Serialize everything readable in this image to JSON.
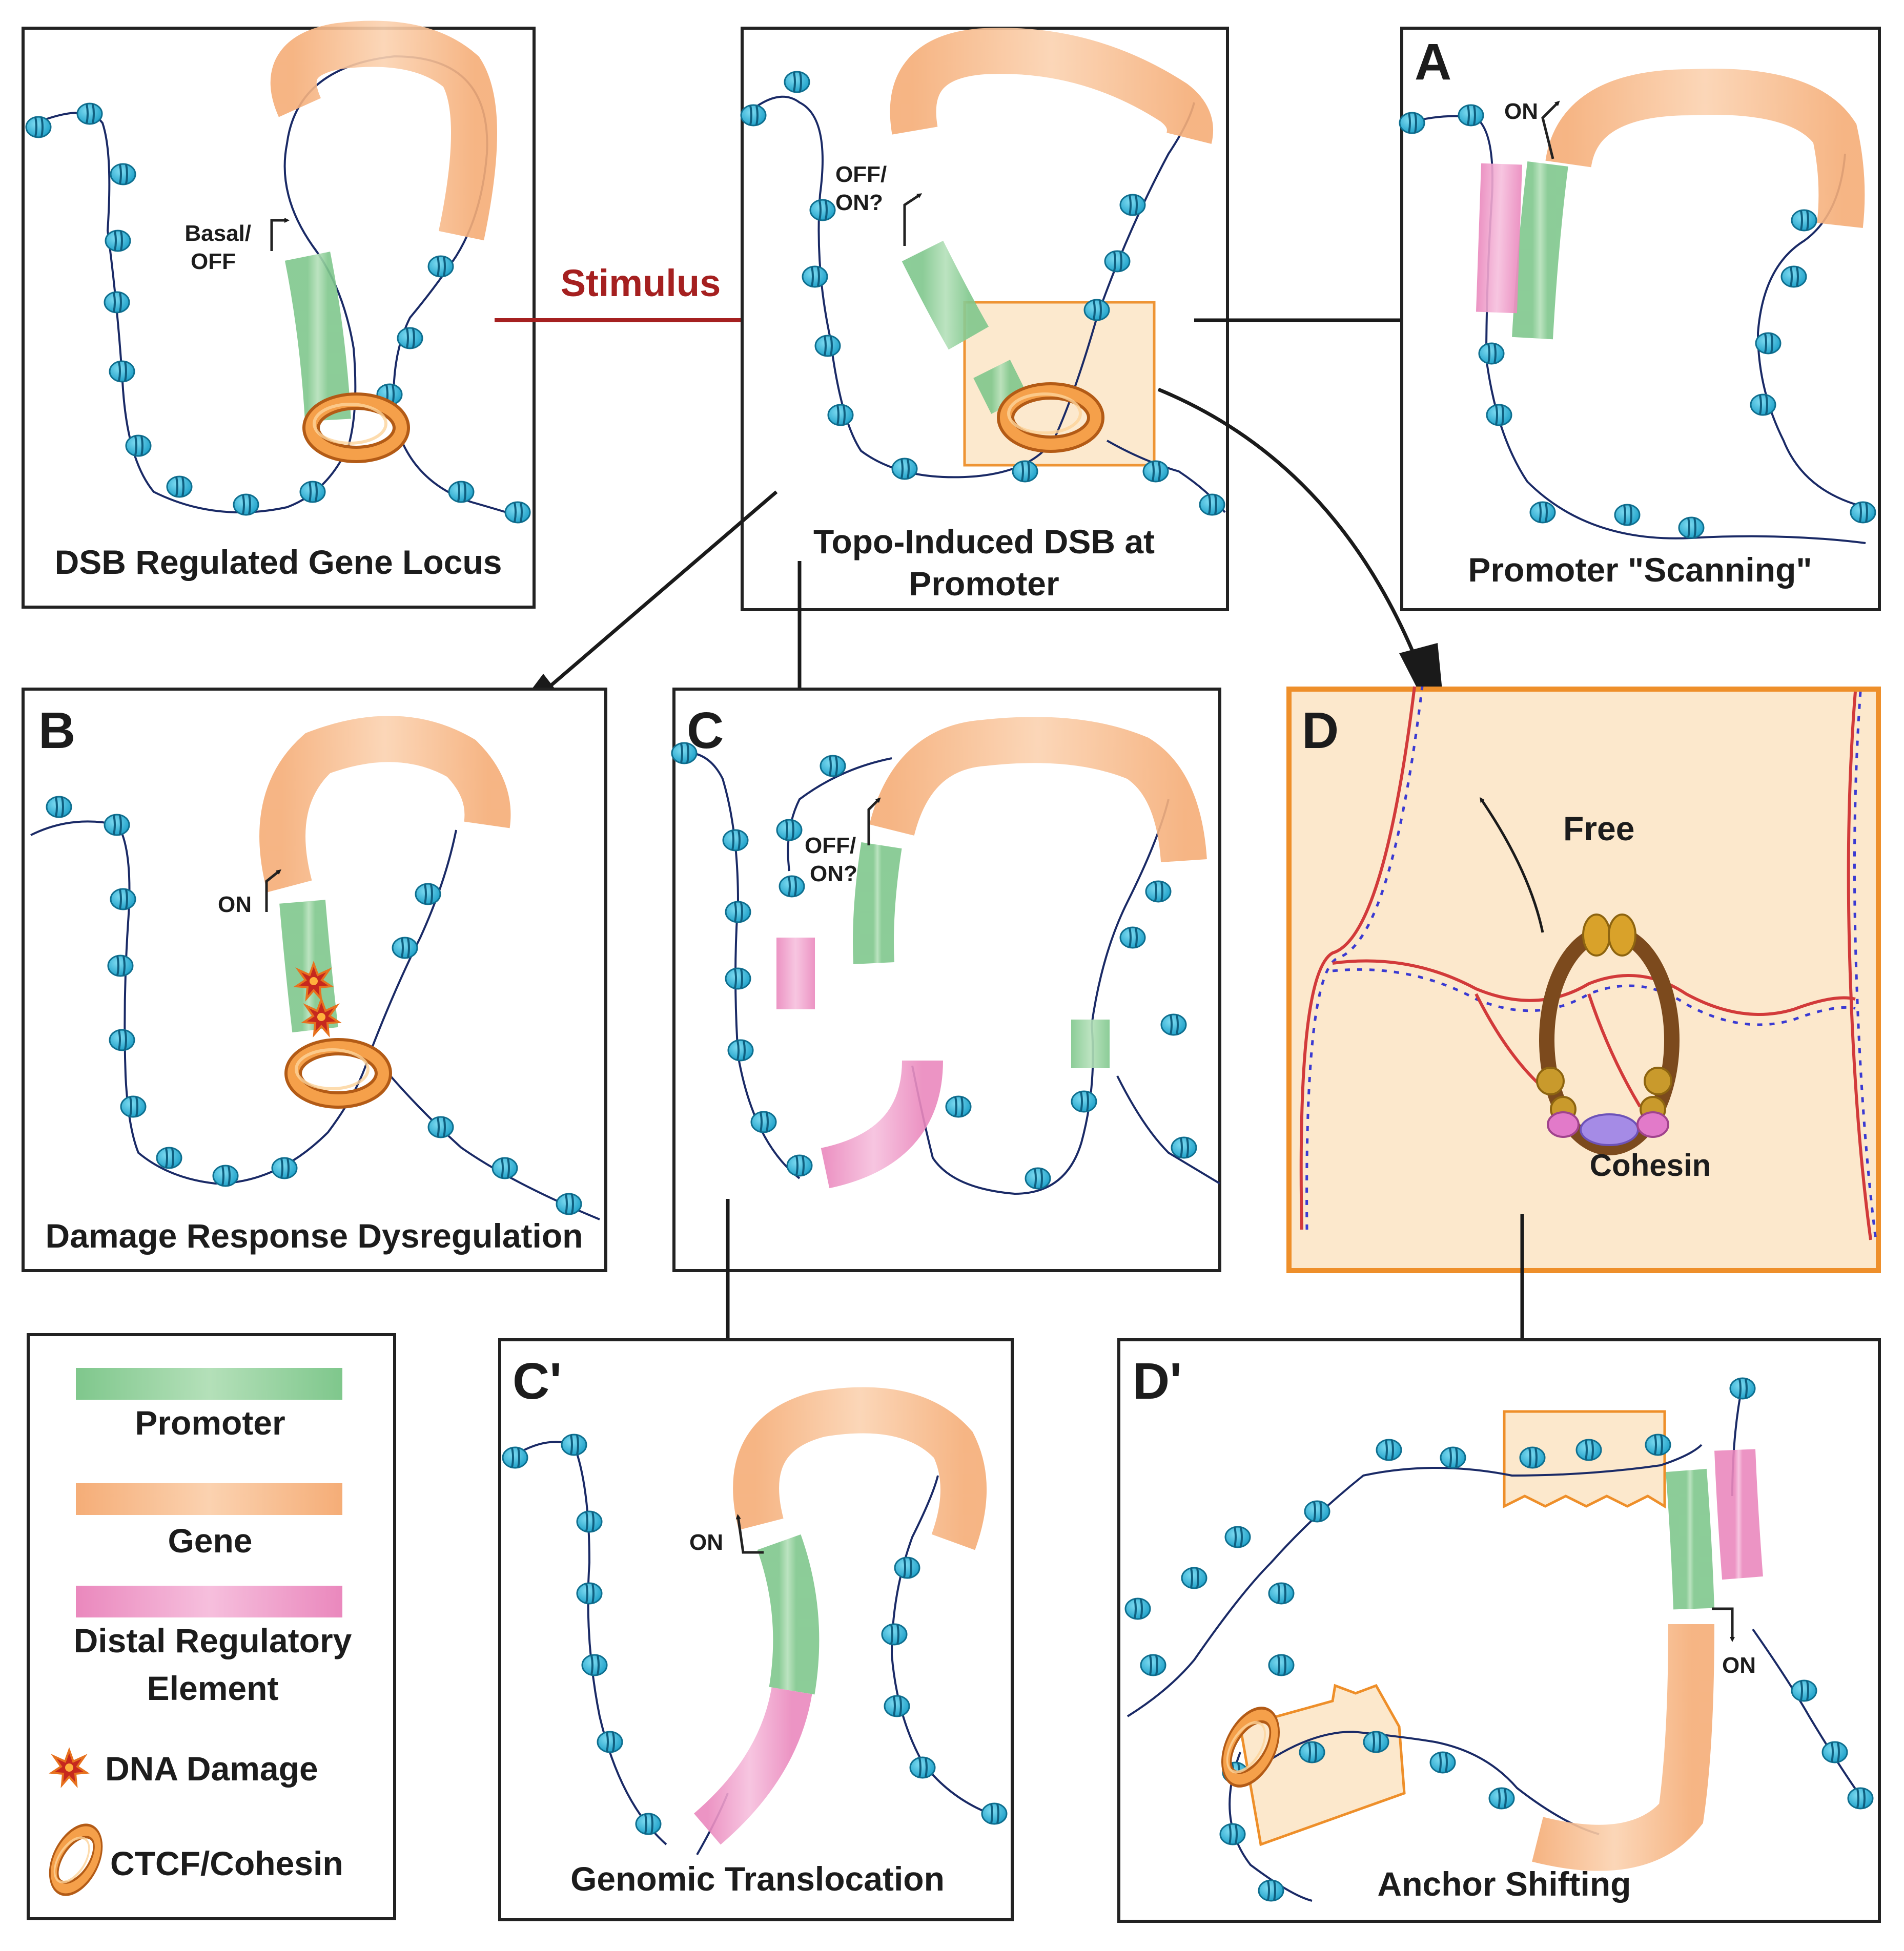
{
  "panels": {
    "p1": {
      "caption": "DSB Regulated Gene Locus",
      "tss_label_1": "Basal/",
      "tss_label_2": "OFF"
    },
    "p2": {
      "caption_1": "Topo-Induced DSB at",
      "caption_2": "Promoter",
      "tss_label_1": "OFF/",
      "tss_label_2": "ON?"
    },
    "pA": {
      "letter": "A",
      "caption": "Promoter \"Scanning\"",
      "tss_label": "ON"
    },
    "pB": {
      "letter": "B",
      "caption": "Damage Response Dysregulation",
      "tss_label": "ON"
    },
    "pC": {
      "letter": "C",
      "tss_label_1": "OFF/",
      "tss_label_2": "ON?"
    },
    "pD": {
      "letter": "D",
      "free_label": "Free",
      "cohesin_label": "Cohesin"
    },
    "pC2": {
      "letter": "C'",
      "caption": "Genomic Translocation",
      "tss_label": "ON"
    },
    "pD2": {
      "letter": "D'",
      "caption": "Anchor Shifting",
      "tss_label": "ON"
    }
  },
  "stimulus_label": "Stimulus",
  "legend": {
    "promoter": "Promoter",
    "gene": "Gene",
    "distal_1": "Distal Regulatory",
    "distal_2": "Element",
    "damage": "DNA Damage",
    "ctcf": "CTCF/Cohesin"
  },
  "colors": {
    "promoter": "#8fcf98",
    "gene": "#f7b98a",
    "distal": "#ee9ac8",
    "nucleosome": "#2bb5d9",
    "ring": "#ef8a2a",
    "stimulus_arrow": "#a52020",
    "highlight_fill": "#fce8cc",
    "highlight_border": "#ee8f2a"
  }
}
